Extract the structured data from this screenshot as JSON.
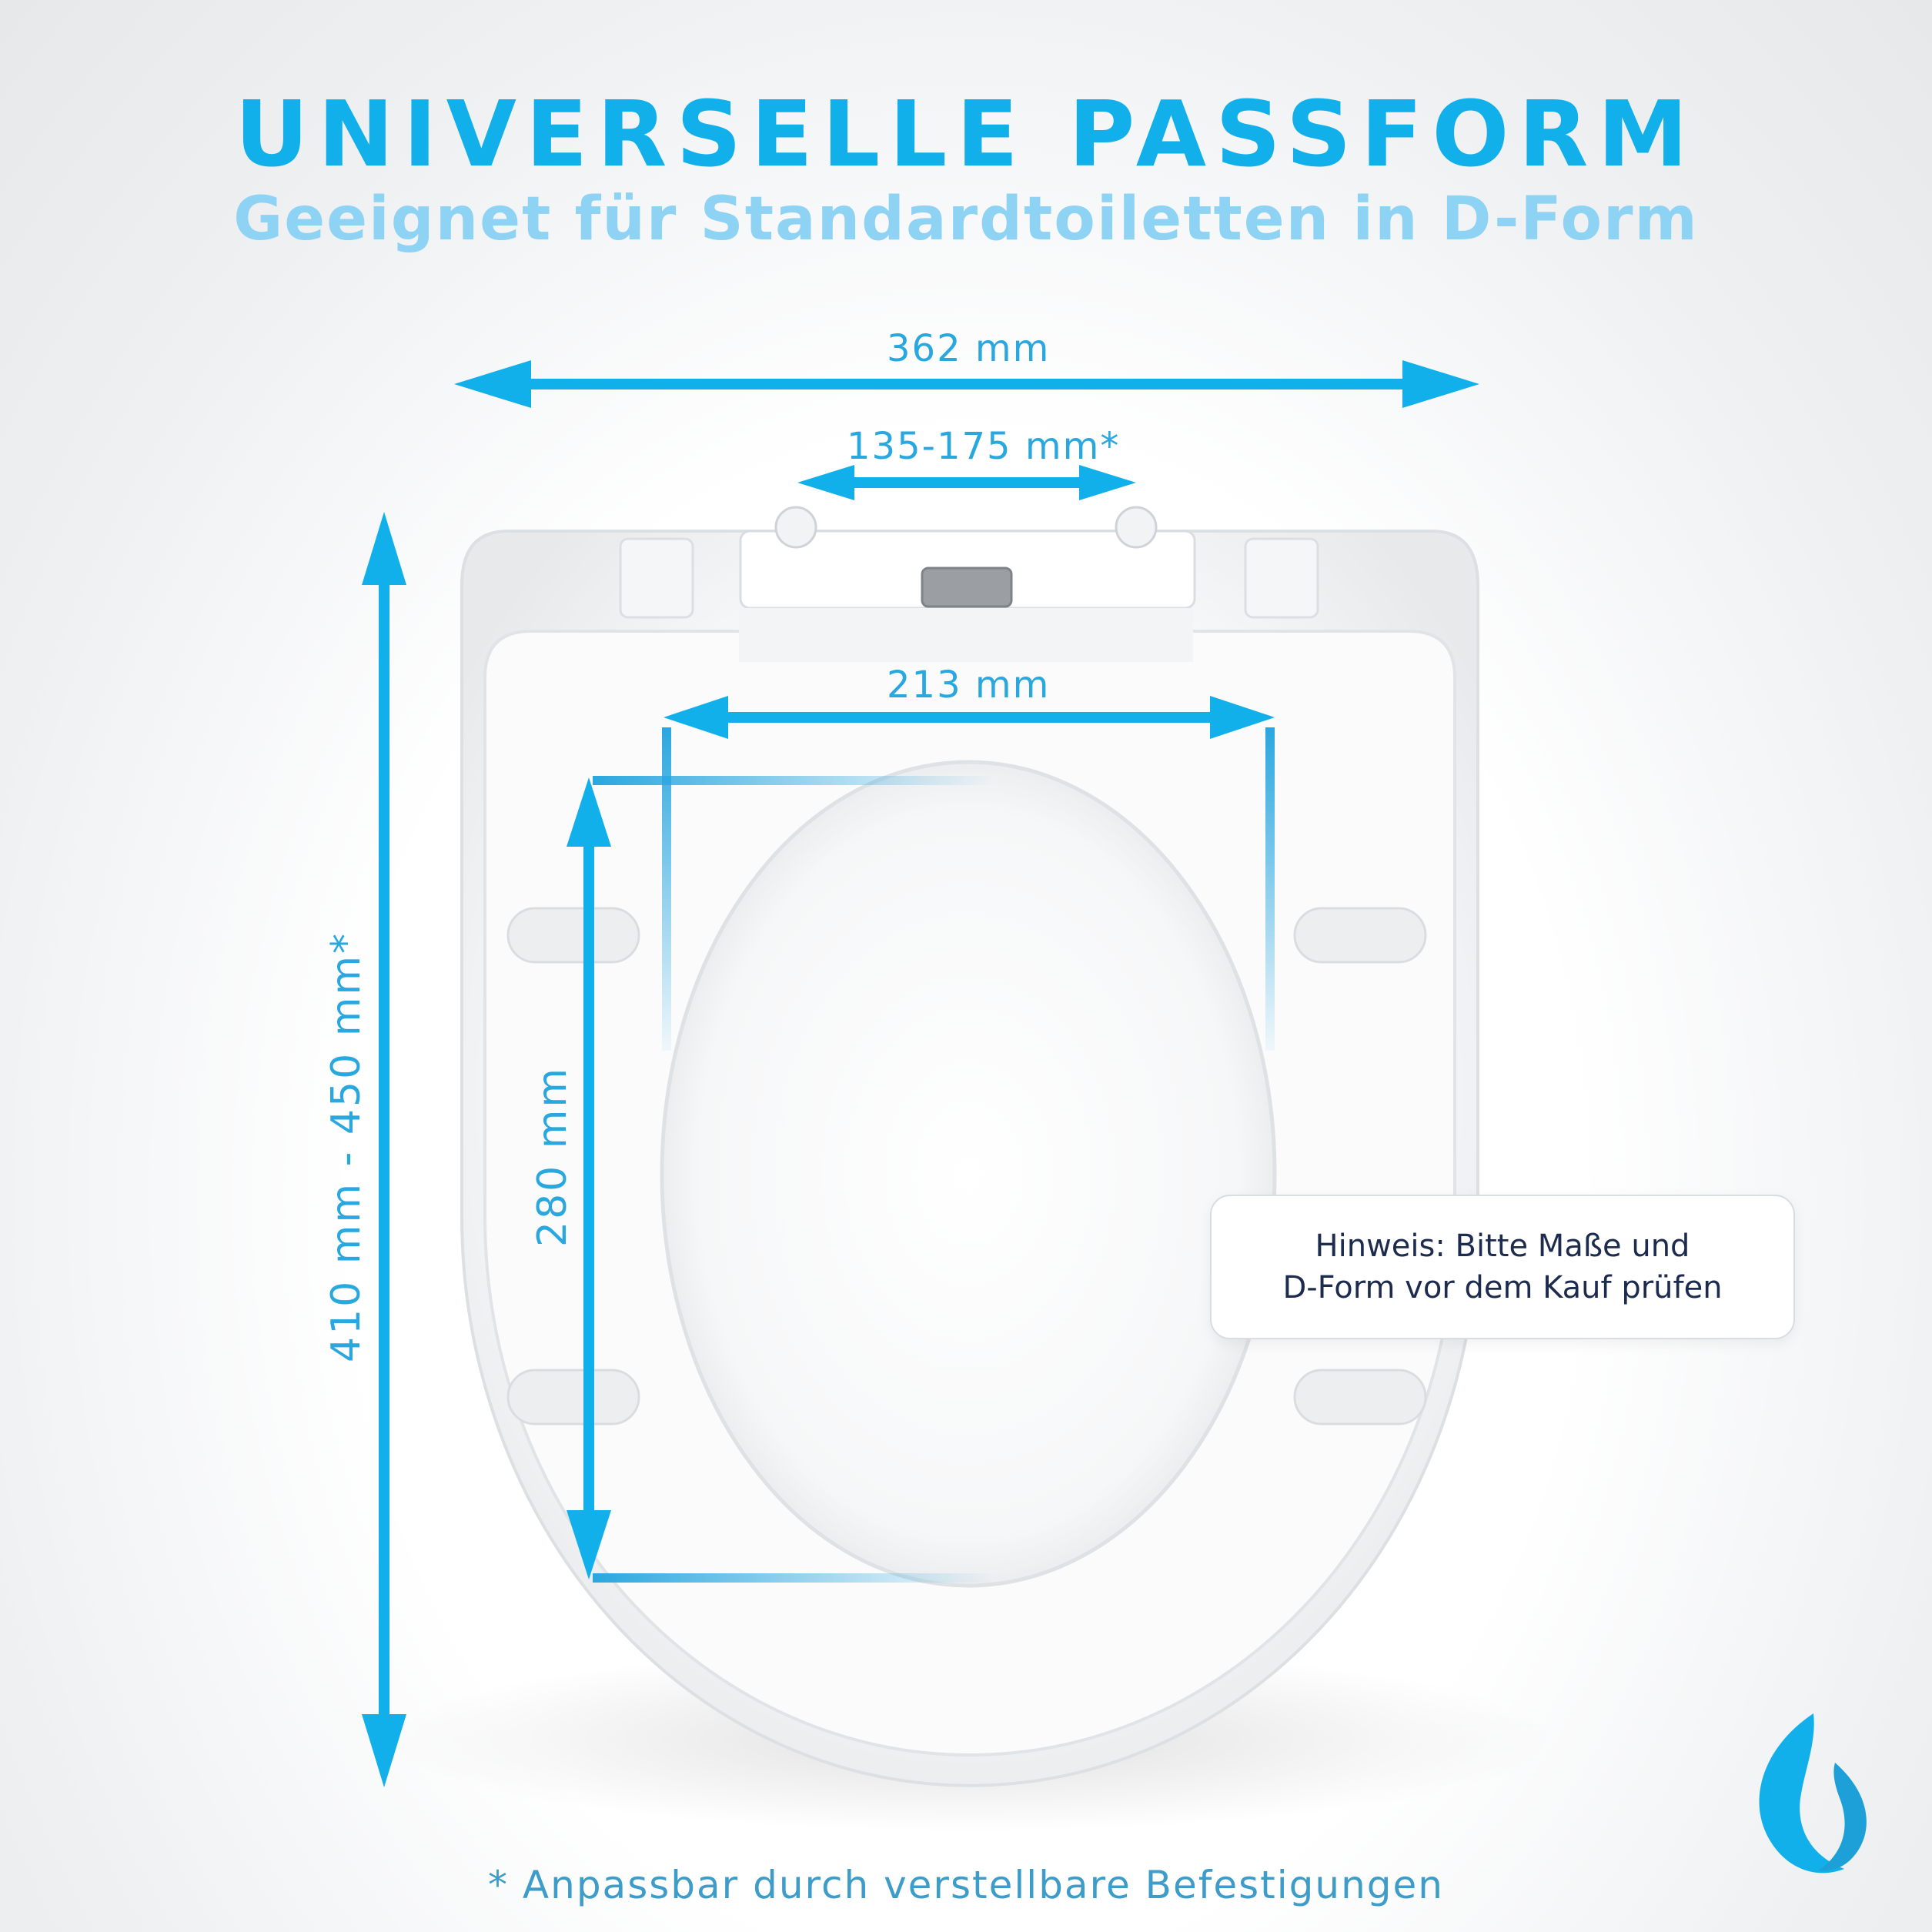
{
  "header": {
    "title": "UNIVERSELLE PASSFORM",
    "subtitle": "Geeignet für Standardtoiletten in D-Form"
  },
  "dimensions": {
    "total_width": "362 mm",
    "hinge_spacing": "135-175 mm*",
    "inner_width": "213 mm",
    "inner_length": "280 mm",
    "total_length": "410 mm - 450 mm*"
  },
  "hint": {
    "line1": "Hinweis: Bitte Maße und",
    "line2": "D-Form vor dem Kauf prüfen"
  },
  "footnote": "* Anpassbar durch verstellbare Befestigungen",
  "colors": {
    "accent": "#12b0ea",
    "accent_light": "#8fd3f4",
    "dimension": "#29a7df",
    "hint_text": "#1d2b4f"
  },
  "icons": {
    "brand": "water-drop-logo-icon"
  }
}
